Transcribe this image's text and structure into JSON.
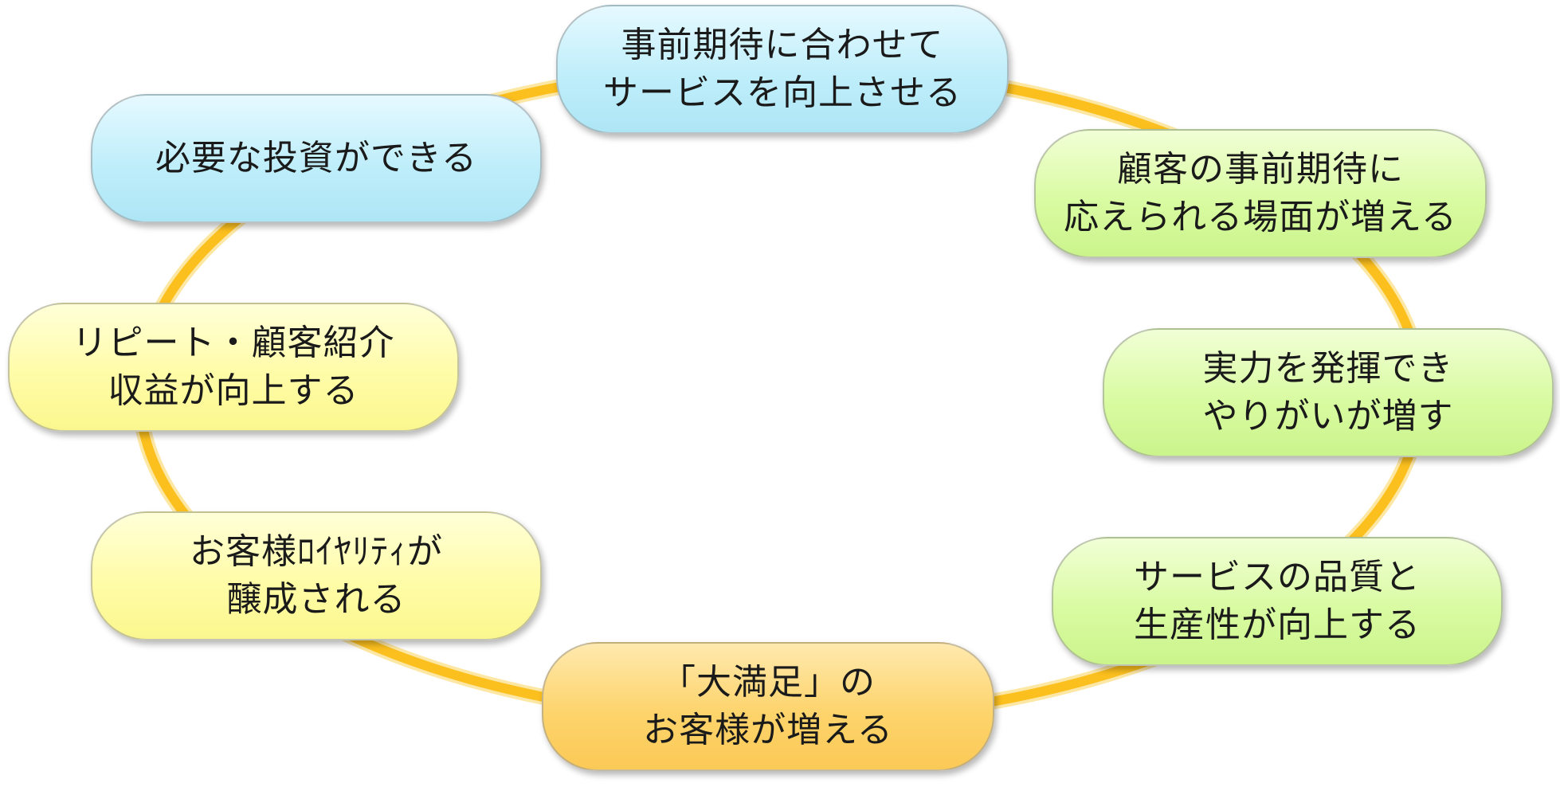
{
  "nodes": [
    {
      "id": "top",
      "lines": [
        "事前期待に合わせて",
        "サービスを向上させる"
      ]
    },
    {
      "id": "upper-right",
      "lines": [
        "顧客の事前期待に",
        "応えられる場面が増える"
      ]
    },
    {
      "id": "right",
      "lines": [
        "実力を発揮でき",
        "やりがいが増す"
      ]
    },
    {
      "id": "lower-right",
      "lines": [
        "サービスの品質と",
        "生産性が向上する"
      ]
    },
    {
      "id": "bottom",
      "lines": [
        "「大満足」の",
        "お客様が増える"
      ]
    },
    {
      "id": "lower-left",
      "lines": [
        "お客様ﾛｲﾔﾘﾃｨが",
        "醸成される"
      ]
    },
    {
      "id": "left",
      "lines": [
        "リピート・顧客紹介",
        "収益が向上する"
      ]
    },
    {
      "id": "upper-left",
      "lines": [
        "必要な投資ができる"
      ]
    }
  ],
  "colors": {
    "ring": "#fbbf1e",
    "blue": "#bfeefa",
    "green": "#d9fba2",
    "yellow": "#fffca8",
    "orange": "#fdd46c"
  }
}
